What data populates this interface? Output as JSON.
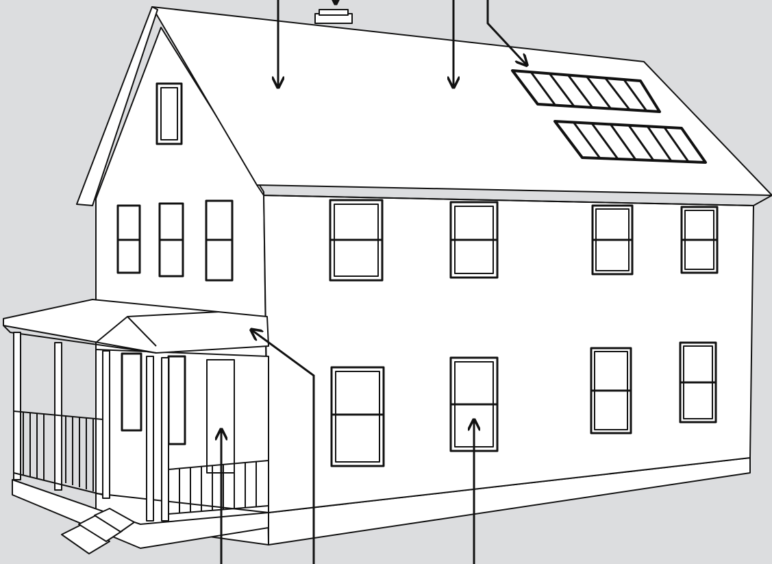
{
  "diagram": {
    "subject": "house-line-drawing",
    "labels": [],
    "callout_arrows": [
      "roof-left-arrow",
      "chimney-arrow",
      "roof-right-arrow",
      "solar-panel-arrow",
      "porch-door-arrow",
      "porch-roof-arrow",
      "window-arrow"
    ]
  },
  "colors": {
    "background": "#dcdddf",
    "line": "#111111",
    "fill": "#ffffff"
  }
}
